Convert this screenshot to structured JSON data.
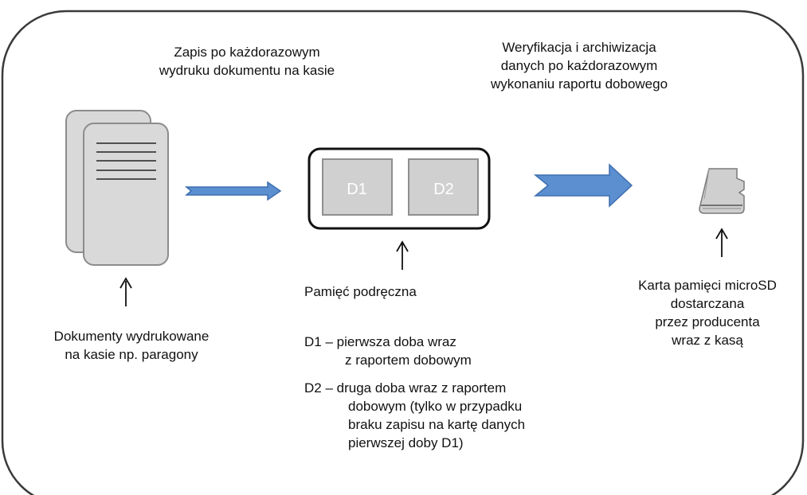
{
  "header_left": [
    "Zapis po każdorazowym",
    "wydruku dokumentu na kasie"
  ],
  "header_right": [
    "Weryfikacja i archiwizacja",
    "danych po każdorazowym",
    "wykonaniu raportu dobowego"
  ],
  "memory_boxes": [
    "D1",
    "D2"
  ],
  "documents_label": [
    "Dokumenty wydrukowane",
    "na kasie np. paragony"
  ],
  "memory_label": "Pamięć podręczna",
  "d1_desc": [
    "D1 – pierwsza doba wraz",
    "z raportem dobowym"
  ],
  "d2_desc": [
    "D2 – druga doba wraz z raportem",
    "dobowym (tylko w przypadku",
    "braku zapisu na kartę danych",
    "pierwszej doby D1)"
  ],
  "card_label": [
    "Karta pamięci microSD",
    "dostarczana",
    "przez producenta",
    "wraz z kasą"
  ],
  "colors": {
    "arrow_fill": "#5b8fd0",
    "arrow_stroke": "#3e6fb0",
    "doc_fill": "#d9d9d9",
    "doc_stroke": "#8c8c8c",
    "box_fill": "#d0d0d0"
  }
}
